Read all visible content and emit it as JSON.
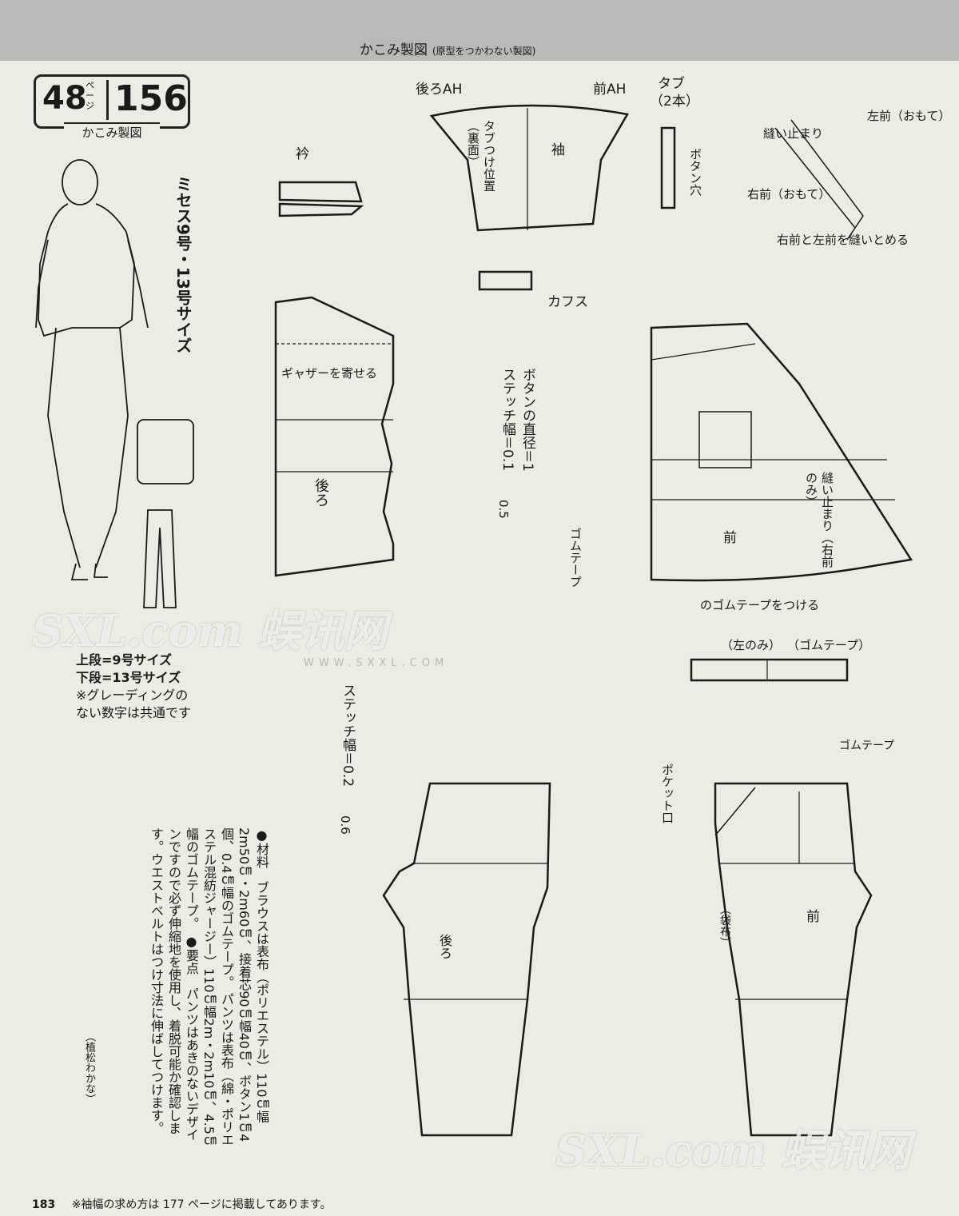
{
  "header": {
    "title": "かこみ製図",
    "subtitle": "(原型をつかわない製図)"
  },
  "badge": {
    "page": "48",
    "page_kana": "ページ",
    "number": "156",
    "caption": "かこみ製図"
  },
  "size_label": "ミセス9号・13号サイズ",
  "legend": {
    "line1": "上段=9号サイズ",
    "line2": "下段=13号サイズ",
    "line3": "※グレーディングの",
    "line4": "ない数字は共通です"
  },
  "materials": {
    "text1": "●材料　ブラウスは表布（ポリエステル）110㎝幅2m50㎝・2m60㎝、接着芯90㎝幅40㎝、ボタン1㎝4個、0.4㎝幅のゴムテープ。",
    "text2": "パンツは表布（綿・ポリエステル混紡ジャージー）110㎝幅2m・2m10㎝、4.5㎝幅のゴムテープ。",
    "text3": "●要点　パンツはあきのないデザインですので必ず伸縮地を使用し、着脱可能か確認します。ウエストベルトはつけ寸法に伸ばしてつけます。",
    "author": "（植松わかな）"
  },
  "notes": {
    "button": "ボタンの直径＝1",
    "stitch1": "ステッチ幅＝0.1",
    "stitch1b": "0.5",
    "stitch2": "ステッチ幅＝0.2",
    "stitch2b": "0.6",
    "gomu_tape": "ゴムテープ",
    "pocket_mouth": "ポケット口",
    "button_hole": "ボタン穴",
    "tab_pos": "タブつけ位置（裏面）",
    "sew_stop": "縫い止まり（右前のみ）",
    "pouch": "（袋布）"
  },
  "labels": {
    "collar": "衿",
    "sleeve": "袖",
    "cuffs": "カフス",
    "tab": "タブ",
    "tab_count": "（2本）",
    "back": "後ろ",
    "front": "前",
    "gather": "ギャザーを寄せる",
    "back_ah": "後ろAH",
    "front_ah": "前AH",
    "elastic_note": "のゴムテープをつける",
    "left_only": "（左のみ）",
    "gomu_head": "（ゴムテープ）",
    "left_front": "左前（おもて）",
    "right_front": "右前（おもて）",
    "sew_stop2": "縫い止まり",
    "sew_join": "右前と左前を縫いとめる"
  },
  "footer": {
    "page": "183",
    "note": "※袖幅の求め方は 177 ページに掲載してあります。"
  },
  "watermark": {
    "brand": "SXL.com 蜈讯网",
    "url": "WWW.SXXL.COM"
  }
}
